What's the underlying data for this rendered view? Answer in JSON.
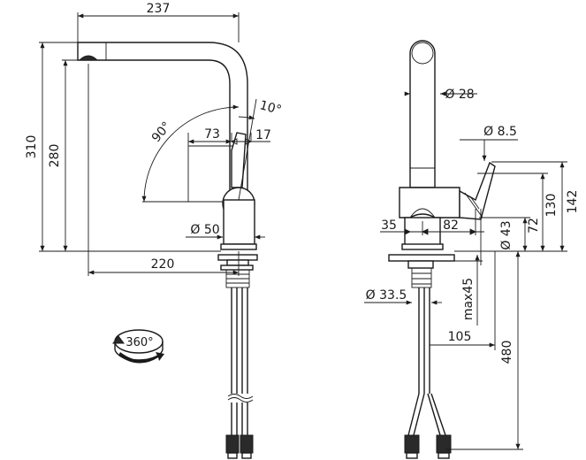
{
  "front_view": {
    "dim_width_top": "237",
    "dim_height_total": "310",
    "dim_height_spout": "280",
    "dim_reach": "220",
    "dim_lever_offset": "73",
    "dim_lever_width": "17",
    "dim_swing_angle": "90°",
    "dim_lever_angle": "10°",
    "dim_body_dia": "Ø 50"
  },
  "side_view": {
    "dim_spout_dia": "Ø 28",
    "dim_lever_dia": "Ø 8.5",
    "dim_body_left": "35",
    "dim_body_right": "82",
    "dim_base_dia": "Ø 43",
    "dim_h72": "72",
    "dim_h130": "130",
    "dim_h142": "142",
    "dim_shank_dia": "Ø 33.5",
    "dim_max_thickness": "max45",
    "dim_hose_offset": "105",
    "dim_hose_length": "480"
  },
  "rotation_badge": {
    "label": "360°",
    "icon": "rotation-arrow-icon"
  }
}
